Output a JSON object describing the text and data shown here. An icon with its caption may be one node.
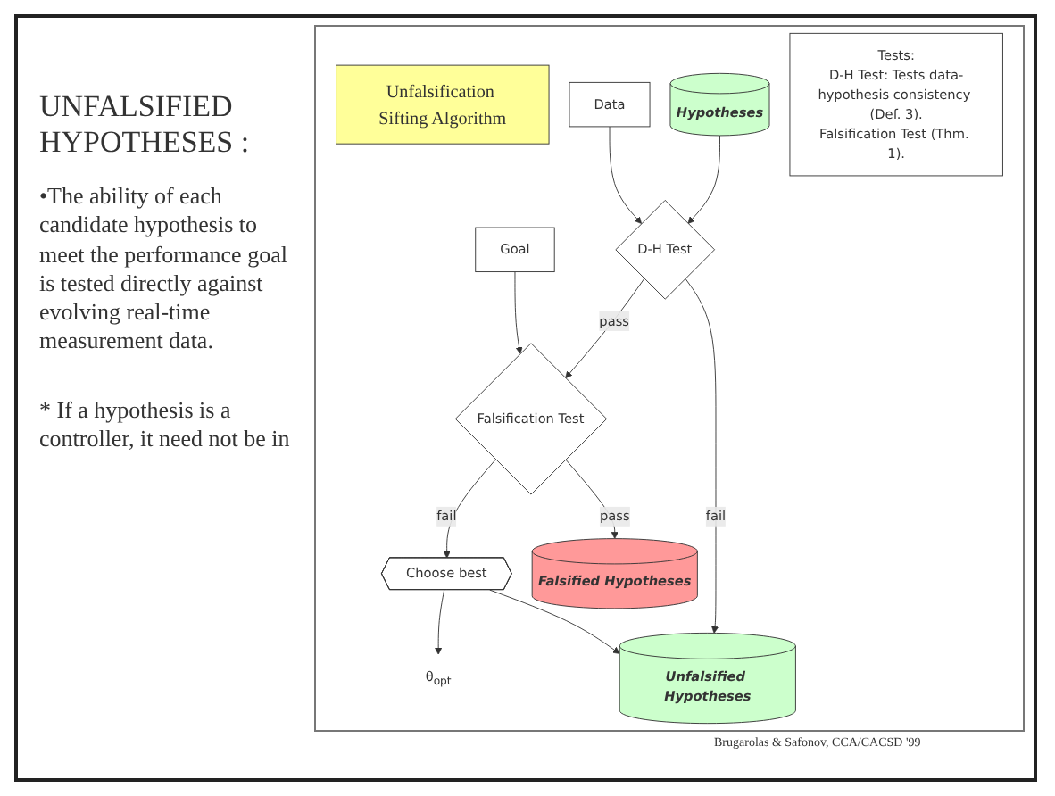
{
  "diagram": {
    "nodes": [
      {
        "text": [
          "Unfalsification Sifting Algorithm"
        ]
      },
      {
        "text": [
          "Hypotheses"
        ]
      },
      {
        "text": [
          "Data"
        ]
      },
      {
        "text": [
          "D-H Test"
        ]
      },
      {
        "text": [
          "Goal"
        ]
      },
      {
        "text": [
          "Falsification Test"
        ]
      },
      {
        "text": [
          "Choose best"
        ]
      },
      {
        "text": [
          "θ$_{opt}$"
        ]
      },
      {
        "text": [
          "Tests:",
          "D-H Test: Tests data-hypothesis consistency (Def. 3).",
          "Falsification Test (Thm. 1)."
        ]
      },
      {
        "text": [
          "Falsified Hypotheses"
        ]
      },
      {
        "text": [
          "Unfalsified Hypotheses"
        ]
      }
    ],
    "edges": [
      {
        "from": 1,
        "to": 3,
        "arrow": "to"
      },
      {
        "from": 2,
        "to": 3,
        "arrow": "to"
      },
      {
        "from": 3,
        "to": 5,
        "arrow": "to",
        "label": "pass"
      },
      {
        "from": 3,
        "to": 10,
        "arrow": "to",
        "label": "fail"
      },
      {
        "from": 4,
        "to": 5,
        "arrow": "to"
      },
      {
        "from": 5,
        "to": 9,
        "arrow": "to",
        "label": "pass"
      },
      {
        "from": 5,
        "to": 6,
        "arrow": "to",
        "label": "fail"
      },
      {
        "from": 6,
        "to": 7,
        "arrow": "to"
      },
      {
        "from": 6,
        "to": 10,
        "arrow": "to"
      }
    ],
    "labels": [
      "UNFALSIFIED HYPOTHESES :",
      "•The ability of each candidate hypothesis to meet the performance goal is tested directly against evolving real-time measurement data.",
      "* If a hypothesis is a controller, it need not be in",
      "Brugarolas & Safonov, CCA/CACSD '99"
    ]
  }
}
